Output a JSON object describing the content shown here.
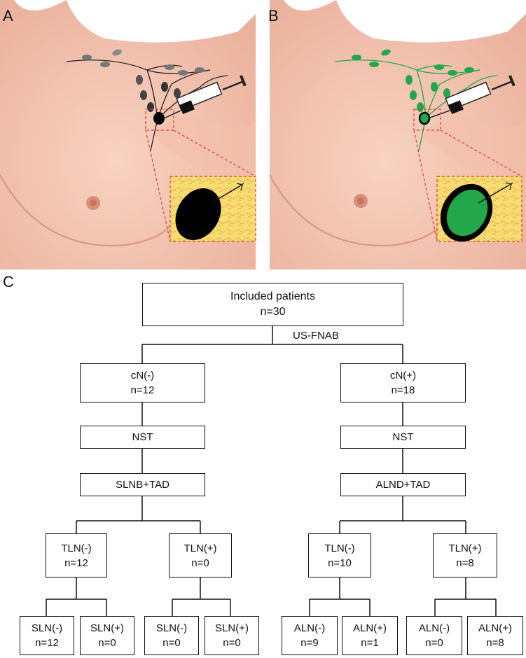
{
  "panels": {
    "a": "A",
    "b": "B",
    "c": "C"
  },
  "flowchart": {
    "root": {
      "title": "Included patients",
      "count": "n=30"
    },
    "split_label": "US-FNAB",
    "left": {
      "group": {
        "title": "cN(-)",
        "count": "n=12"
      },
      "step1": "NST",
      "step2": "SLNB+TAD",
      "tln_neg": {
        "title": "TLN(-)",
        "count": "n=12"
      },
      "tln_pos": {
        "title": "TLN(+)",
        "count": "n=0"
      },
      "leaves": [
        {
          "title": "SLN(-)",
          "count": "n=12"
        },
        {
          "title": "SLN(+)",
          "count": "n=0"
        },
        {
          "title": "SLN(-)",
          "count": "n=0"
        },
        {
          "title": "SLN(+)",
          "count": "n=0"
        }
      ]
    },
    "right": {
      "group": {
        "title": "cN(+)",
        "count": "n=18"
      },
      "step1": "NST",
      "step2": "ALND+TAD",
      "tln_neg": {
        "title": "TLN(-)",
        "count": "n=10"
      },
      "tln_pos": {
        "title": "TLN(+)",
        "count": "n=8"
      },
      "leaves": [
        {
          "title": "ALN(-)",
          "count": "n=9"
        },
        {
          "title": "ALN(+)",
          "count": "n=1"
        },
        {
          "title": "ALN(-)",
          "count": "n=0"
        },
        {
          "title": "ALN(+)",
          "count": "n=8"
        }
      ]
    }
  },
  "colors": {
    "skin": "#f2c4b0",
    "node_a": "#111111",
    "node_b": "#22a84a",
    "tissue": "#f7dc6f",
    "dashed": "#e0393b"
  }
}
